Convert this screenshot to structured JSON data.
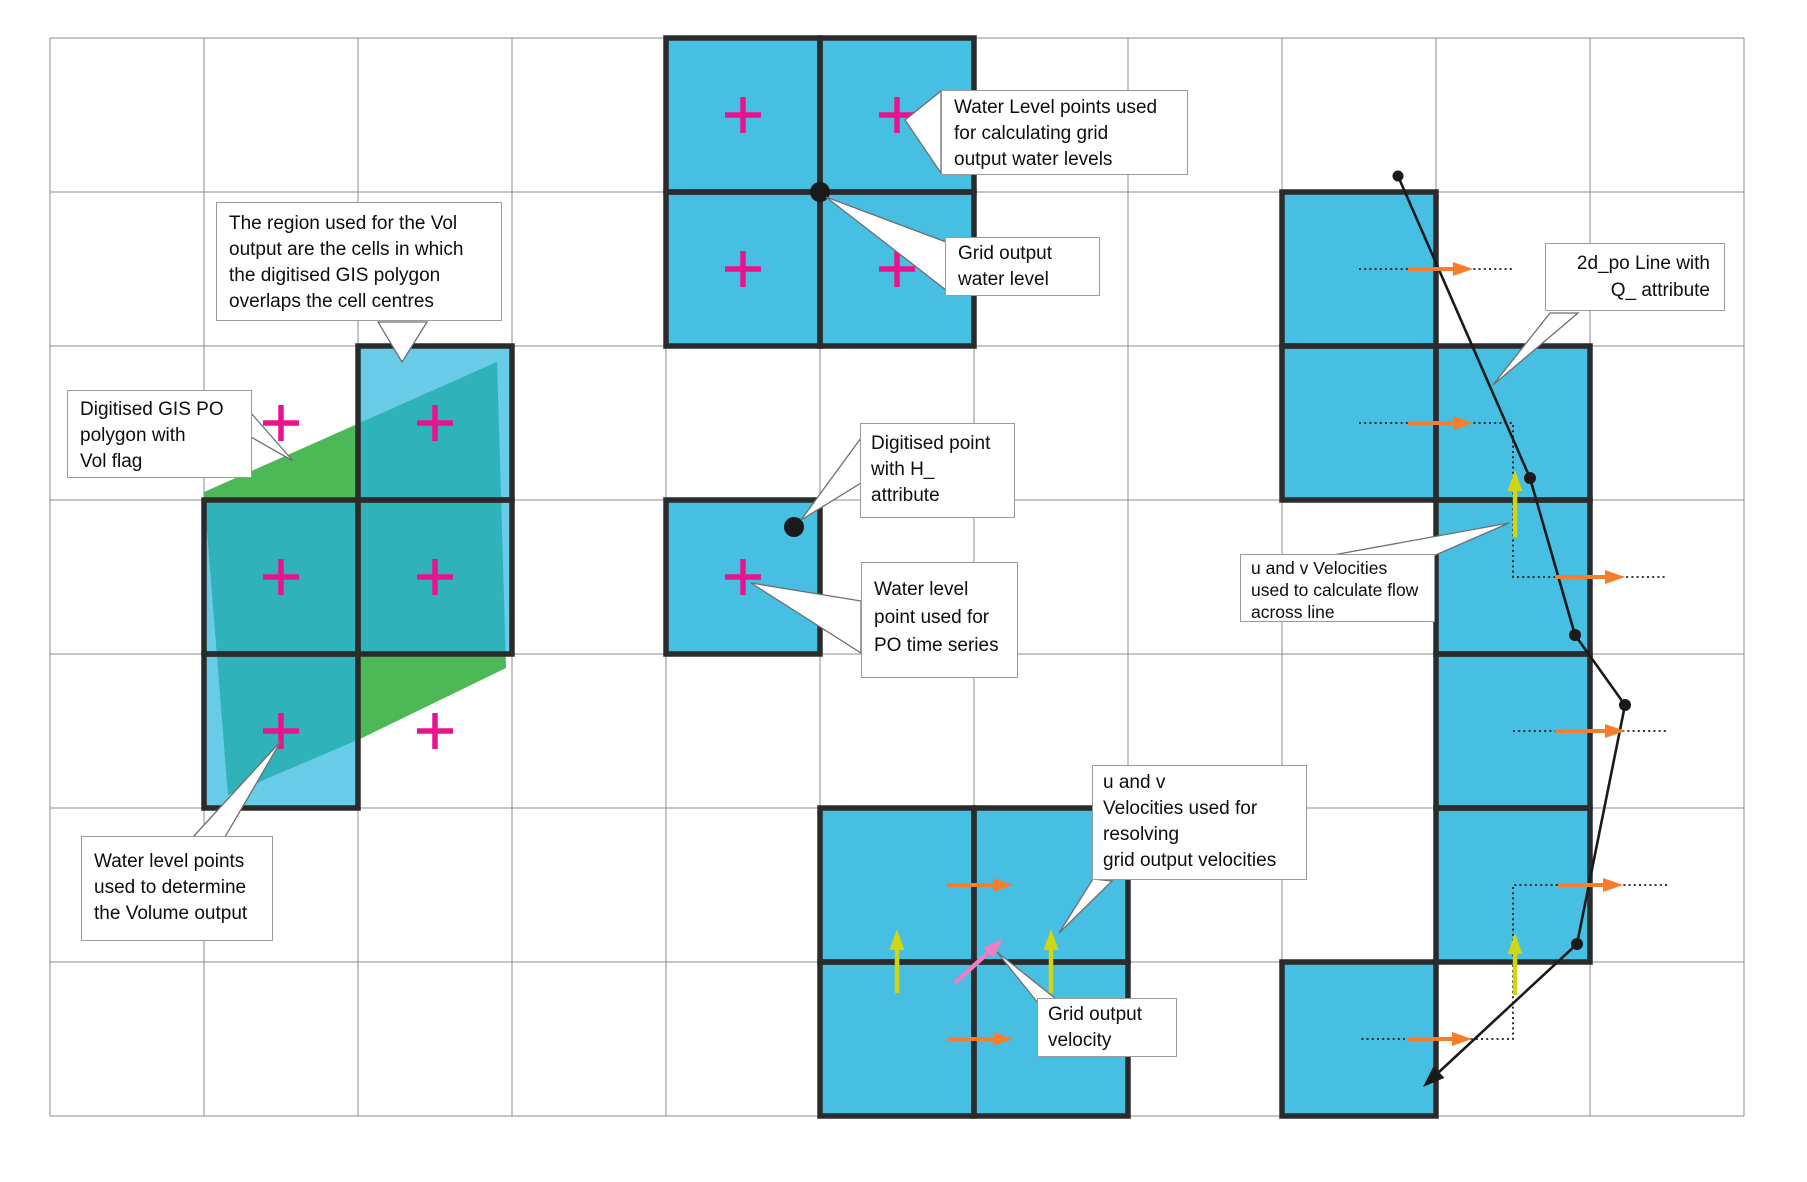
{
  "callouts": {
    "vol_region": "The region used for the Vol\noutput are the cells in which\nthe digitised GIS polygon\noverlaps the cell centres",
    "gis_po": "Digitised GIS PO\npolygon with\nVol flag",
    "volume_points": "Water level points\nused to determine\nthe Volume output",
    "wl_points": "Water Level points used\nfor calculating grid\noutput water levels",
    "grid_wl": "Grid output\nwater level",
    "h_point": "Digitised point\nwith H_\nattribute",
    "po_ts": "Water level\npoint used for\nPO time series",
    "uv_resolve": "u and v\nVelocities used for\nresolving\ngrid output velocities",
    "grid_vel": "Grid output\nvelocity",
    "uv_flow": "u and v Velocities\nused to calculate flow\nacross line",
    "q_line": "2d_po Line with\nQ_ attribute"
  },
  "icons": {
    "cell": "water-cell",
    "cross": "water-level-point-icon",
    "orange_arrow": "u-velocity-arrow-icon",
    "yellow_arrow": "v-velocity-arrow-icon",
    "pink_arrow": "grid-output-velocity-arrow-icon",
    "black_dot": "digitised-point-icon",
    "polyline": "2d-po-line"
  },
  "colors": {
    "cell_fill": "#47BFE2",
    "cell_border": "#2B2B2B",
    "polygon_green": "#4CB956",
    "overlap_teal": "#2FB2B9",
    "cross_magenta": "#E9148D",
    "arrow_orange": "#F57D2B",
    "arrow_yellow": "#D2D512",
    "arrow_pink": "#F07CC1",
    "line_black": "#1A1A1A",
    "grid_line": "#8C8C8C",
    "leader_gray": "#6F6F6F",
    "callout_border": "#9B9B9B",
    "callout_text": "#0D0D0D"
  }
}
